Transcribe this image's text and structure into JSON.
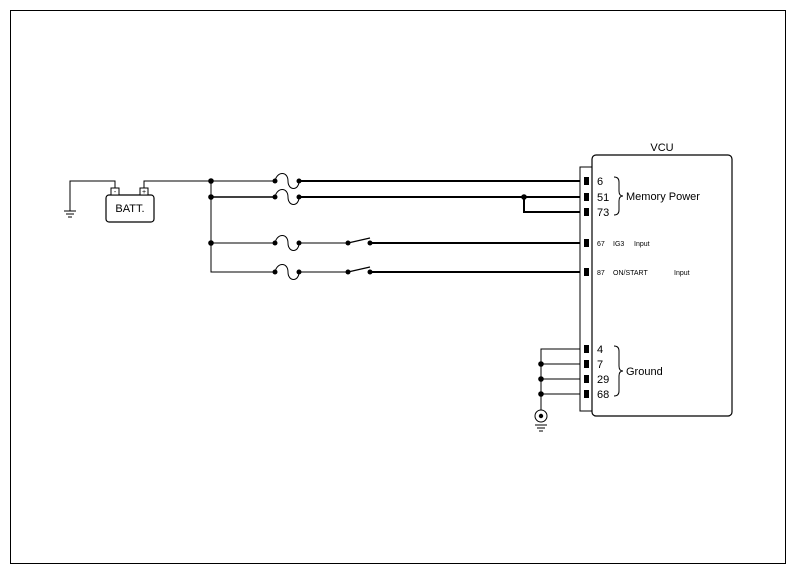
{
  "battery": {
    "label": "BATT.",
    "neg": "-",
    "pos": "+"
  },
  "ecu": {
    "title": "VCU",
    "pins": {
      "p6": "6",
      "p51": "51",
      "p73": "73",
      "p67": "67",
      "p87": "87",
      "p4": "4",
      "p7": "7",
      "p29": "29",
      "p68": "68"
    },
    "labels": {
      "memory_power": "Memory Power",
      "ig3": "IG3",
      "ig3_input": "Input",
      "on_start": "ON/START",
      "on_start_input": "Input",
      "ground": "Ground"
    }
  },
  "colors": {
    "line": "#000000",
    "background": "#ffffff"
  }
}
